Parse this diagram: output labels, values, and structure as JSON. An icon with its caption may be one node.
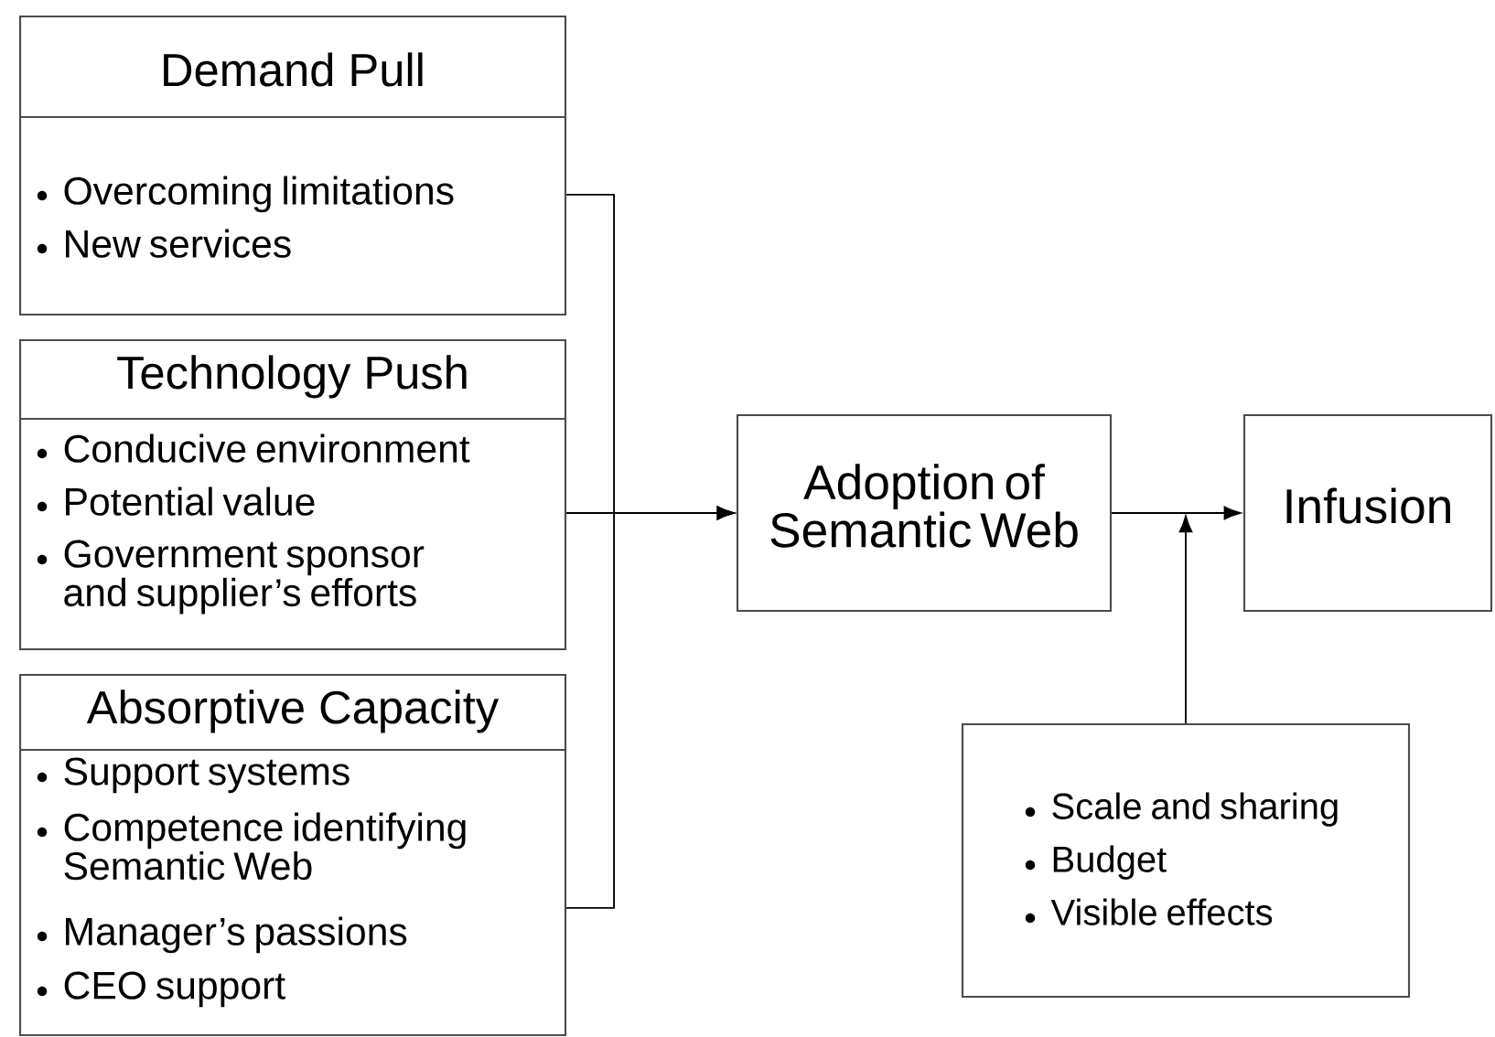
{
  "diagram": {
    "nodes": [
      {
        "text": [
          "Demand Pull",
          "Overcoming limitations",
          "New services"
        ]
      },
      {
        "text": [
          "Technology Push",
          "Conducive environment",
          "Potential value",
          "Government sponsor and supplier’s efforts"
        ]
      },
      {
        "text": [
          "Absorptive Capacity",
          "Support systems",
          "Competence identifying Semantic Web",
          "Manager’s passions",
          "CEO support"
        ]
      },
      {
        "text": [
          "Adoption of Semantic Web"
        ]
      },
      {
        "text": [
          "Infusion"
        ]
      },
      {
        "text": [
          "Scale and sharing",
          "Budget",
          "Visible effects"
        ]
      }
    ],
    "edges": [
      {
        "from": 0,
        "to": 3,
        "arrow": "to"
      },
      {
        "from": 1,
        "to": 3,
        "arrow": "to"
      },
      {
        "from": 2,
        "to": 3,
        "arrow": "to"
      },
      {
        "from": 3,
        "to": 4,
        "arrow": "to"
      },
      {
        "from": 5,
        "to": null,
        "arrow": "to"
      }
    ]
  }
}
